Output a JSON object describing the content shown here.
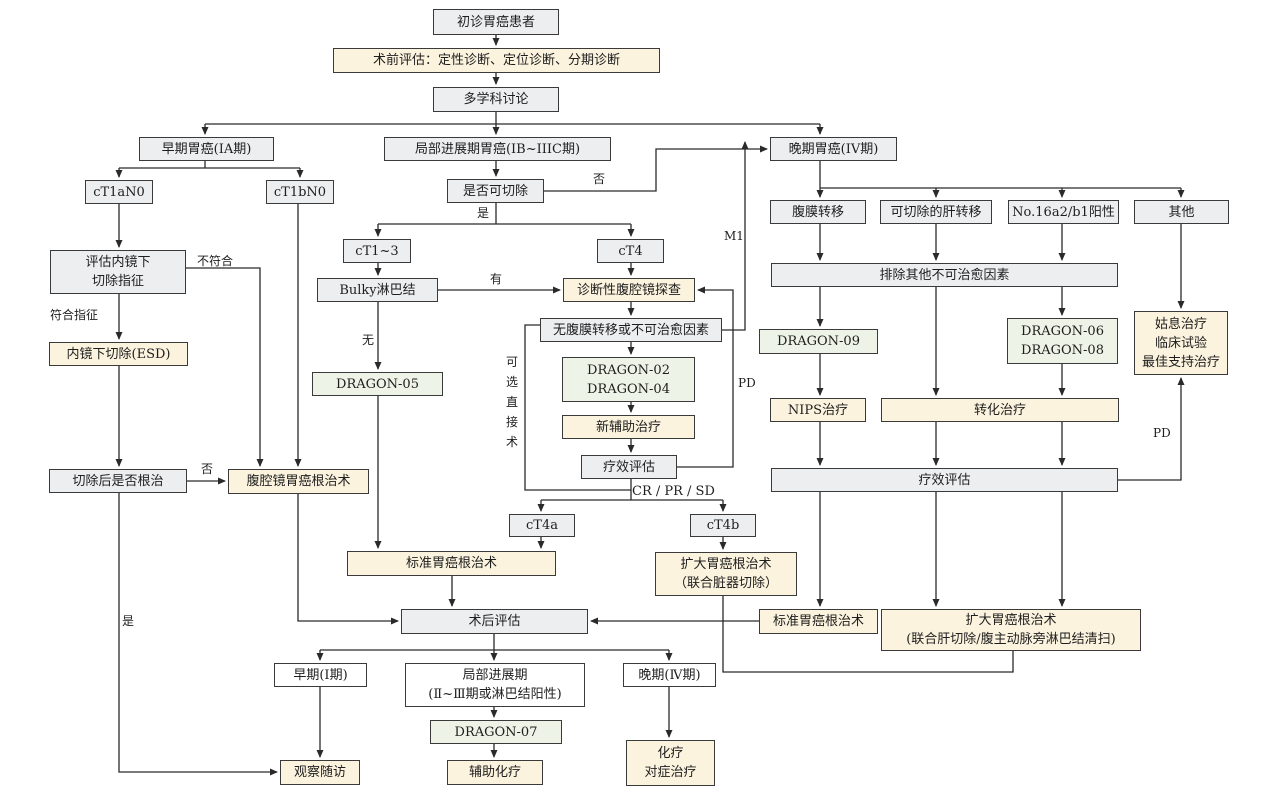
{
  "nodes": {
    "start": "初诊胃癌患者",
    "preop_eval": "术前评估：定性诊断、定位诊断、分期诊断",
    "mdt": "多学科讨论",
    "early": "早期胃癌(IA期)",
    "locally_advanced": "局部进展期胃癌(IB~IIIC期)",
    "late": "晚期胃癌(IV期)",
    "ct1an0": "cT1aN0",
    "ct1bn0": "cT1bN0",
    "endoscopic_eval": "评估内镜下\n切除指征",
    "esd": "内镜下切除(ESD)",
    "curative_check": "切除后是否根治",
    "lap_gastrectomy": "腹腔镜胃癌根治术",
    "resectable": "是否可切除",
    "ct1_3": "cT1~3",
    "ct4": "cT4",
    "bulky": "Bulky淋巴结",
    "diag_lap": "诊断性腹腔镜探查",
    "no_peritoneal": "无腹膜转移或不可治愈因素",
    "dragon_02_04": "DRAGON-02\nDRAGON-04",
    "neoadjuvant": "新辅助治疗",
    "response_eval_1": "疗效评估",
    "dragon_05": "DRAGON-05",
    "ct4a": "cT4a",
    "ct4b": "cT4b",
    "std_gastrectomy_1": "标准胃癌根治术",
    "extended_gastrectomy_1": "扩大胃癌根治术\n（联合脏器切除）",
    "peritoneal": "腹膜转移",
    "liver_met": "可切除的肝转移",
    "no16": "No.16a2/b1阳性",
    "other": "其他",
    "exclude_other": "排除其他不可治愈因素",
    "dragon_09": "DRAGON-09",
    "dragon_06_08": "DRAGON-06\nDRAGON-08",
    "palliative": "姑息治疗\n临床试验\n最佳支持治疗",
    "nips": "NIPS治疗",
    "conversion": "转化治疗",
    "response_eval_2": "疗效评估",
    "std_gastrectomy_2": "标准胃癌根治术",
    "extended_gastrectomy_2": "扩大胃癌根治术\n(联合肝切除/腹主动脉旁淋巴结清扫)",
    "postop_eval": "术后评估",
    "stage_early": "早期(Ⅰ期)",
    "stage_local": "局部进展期\n(Ⅱ~Ⅲ期或淋巴结阳性)",
    "stage_late": "晚期(Ⅳ期)",
    "dragon_07": "DRAGON-07",
    "followup": "观察随访",
    "adjuvant": "辅助化疗",
    "chemo": "化疗\n对症治疗"
  },
  "edge_labels": {
    "no_match": "不符合",
    "match": "符合指征",
    "no_1": "否",
    "no_2": "否",
    "yes_1": "是",
    "yes_2": "是",
    "has": "有",
    "none": "无",
    "m1": "M1",
    "pd_1": "PD",
    "pd_2": "PD",
    "optional_direct": "可\n选\n直\n接\n术",
    "cr_pr_sd": "CR / PR / SD"
  }
}
